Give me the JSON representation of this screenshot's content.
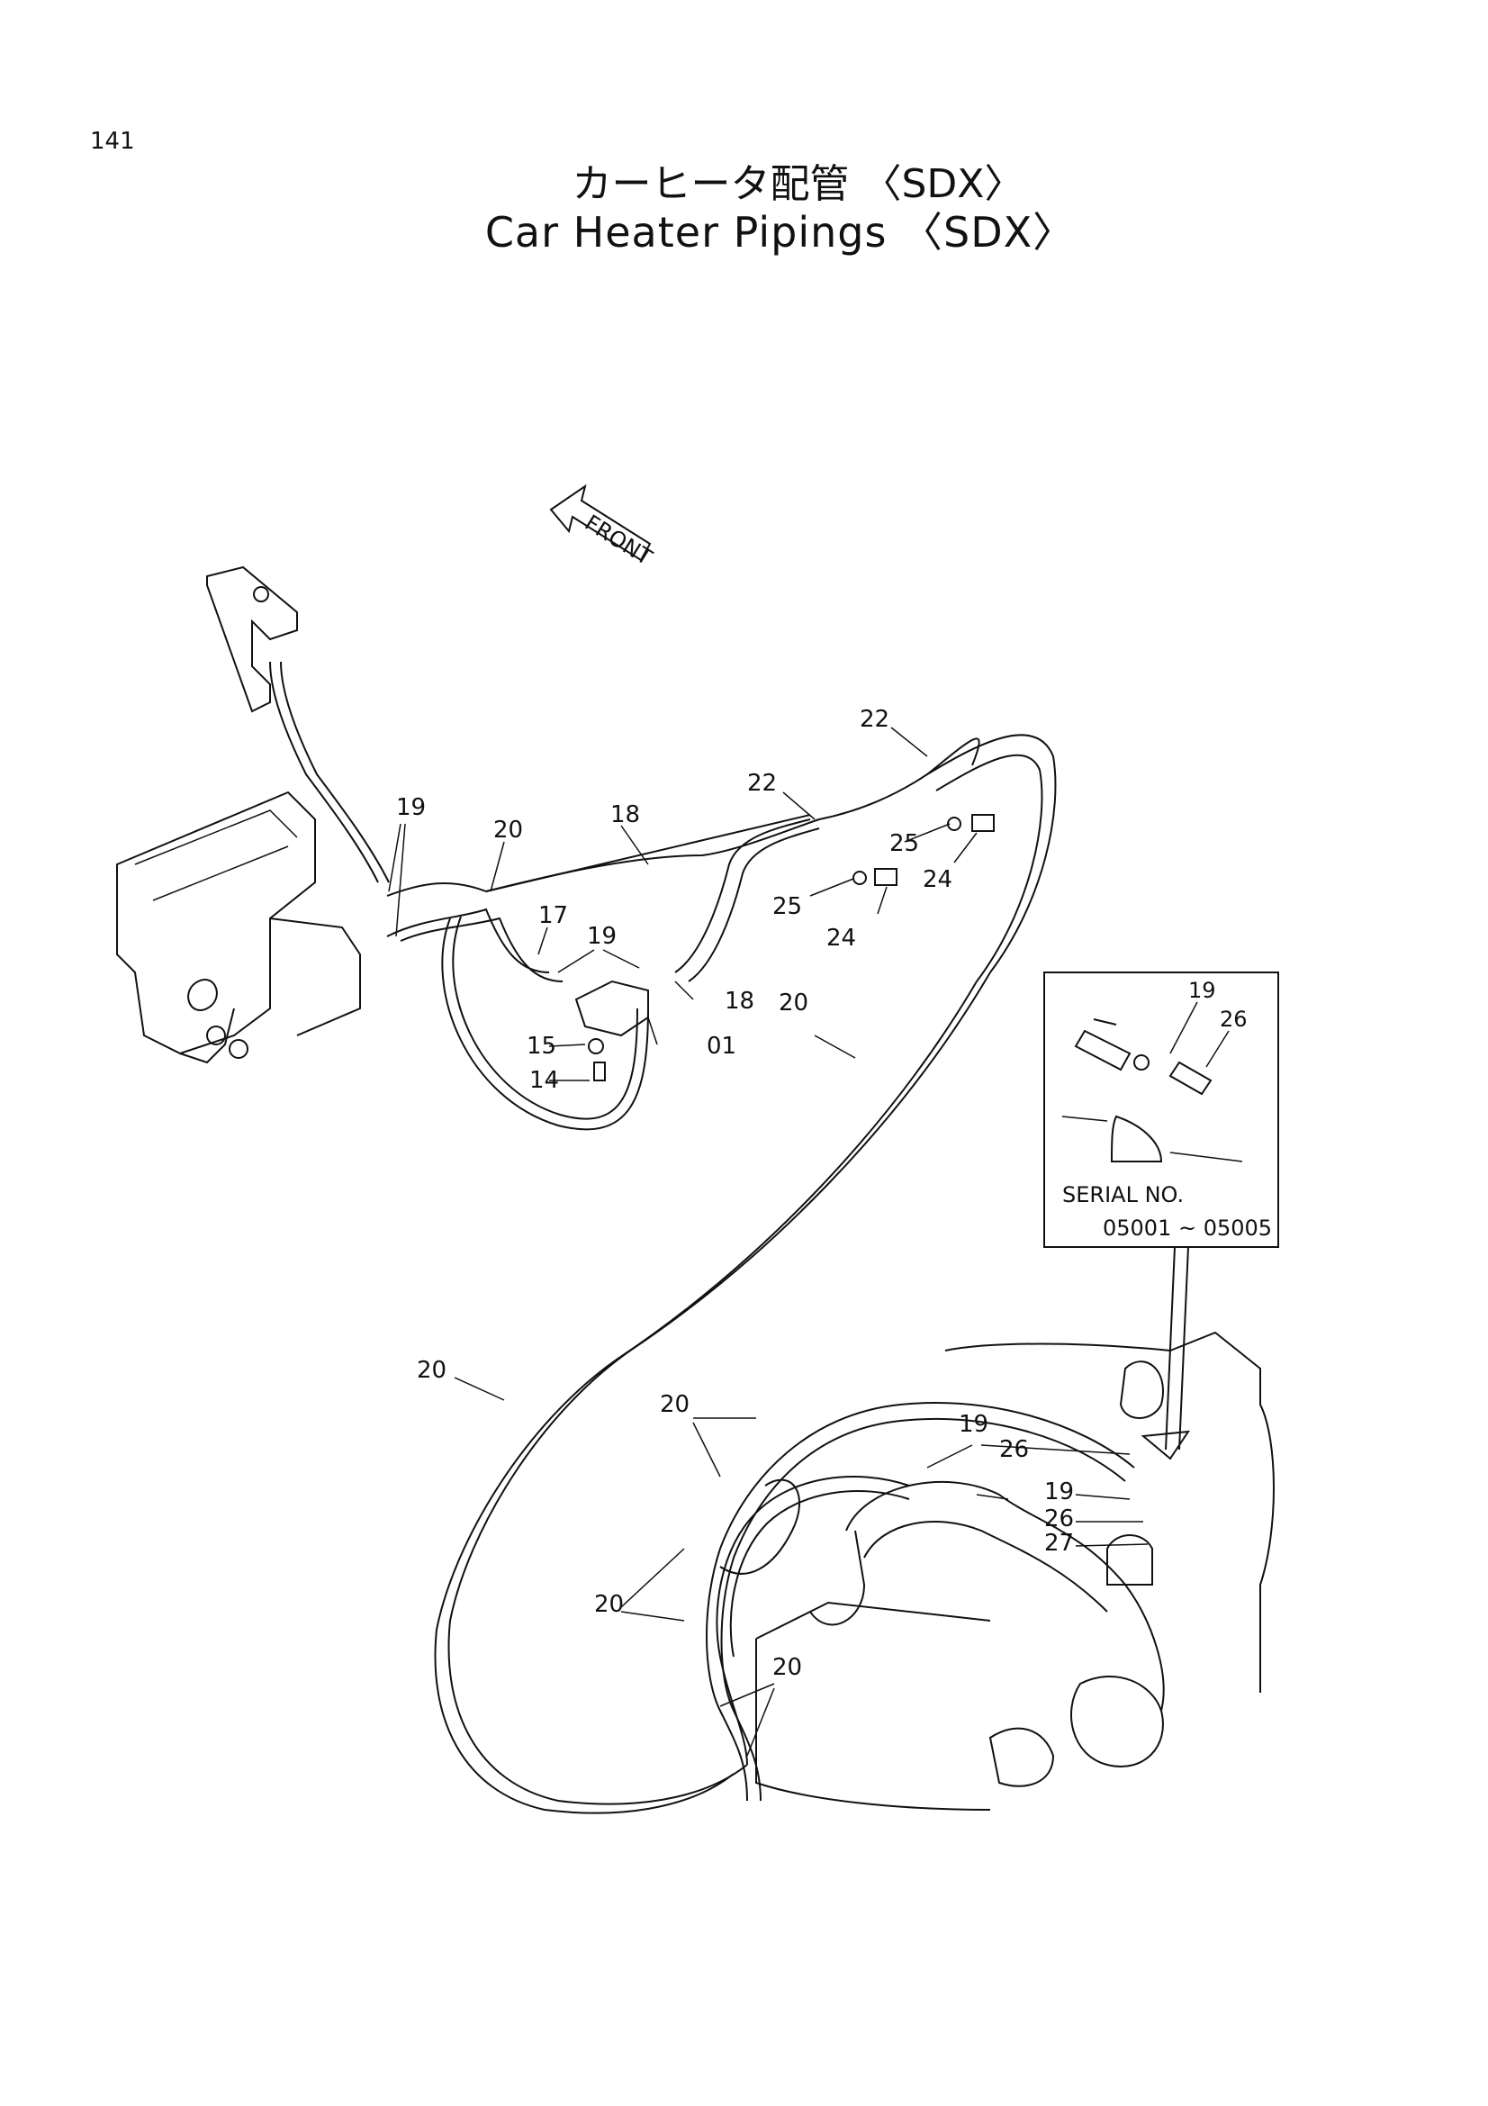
{
  "page_number": "141",
  "title_jp": "カーヒータ配管 〈SDX〉",
  "title_en": "Car Heater Pipings 〈SDX〉",
  "front_label": "FRONT",
  "inset": {
    "serial_label": "SERIAL  NO.",
    "serial_range": "05001 ~ 05005",
    "callouts": [
      "19",
      "26"
    ]
  },
  "callouts": {
    "c22a": "22",
    "c22b": "22",
    "c25a": "25",
    "c25b": "25",
    "c24a": "24",
    "c24b": "24",
    "c19a": "19",
    "c19b": "19",
    "c20a": "20",
    "c20b": "20",
    "c20c": "20",
    "c20d": "20",
    "c20e": "20",
    "c20f": "20",
    "c18a": "18",
    "c18b": "18",
    "c17": "17",
    "c15": "15",
    "c14": "14",
    "c01": "01",
    "c19c": "19",
    "c19d": "19",
    "c26a": "26",
    "c26b": "26",
    "c27": "27"
  }
}
